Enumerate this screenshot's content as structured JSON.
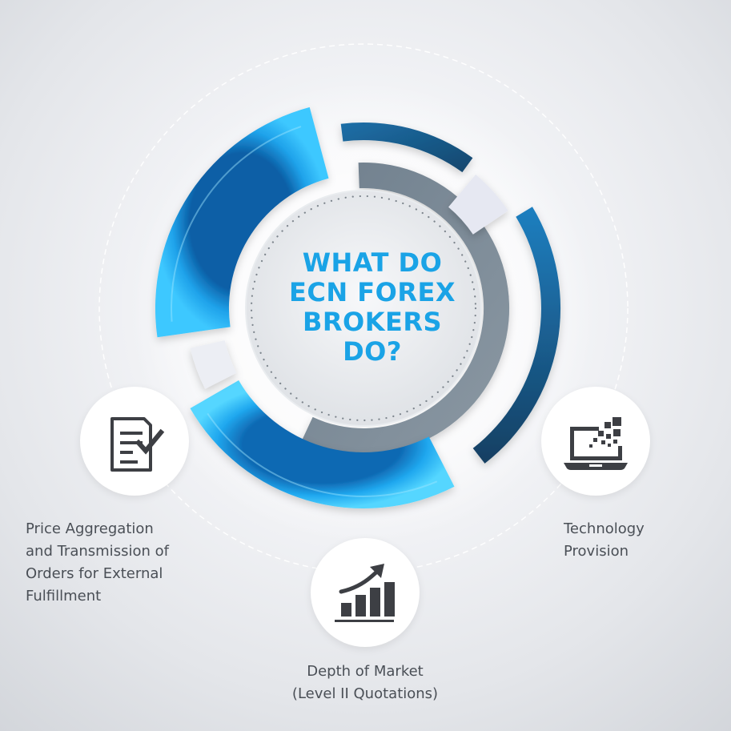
{
  "center": {
    "title_lines": [
      "WHAT DO",
      "ECN FOREX",
      "BROKERS",
      "DO?"
    ]
  },
  "items": [
    {
      "icon": "document-check-icon",
      "label_lines": [
        "Price Aggregation",
        "and Transmission of",
        "Orders for External",
        "Fulfillment"
      ]
    },
    {
      "icon": "growth-chart-icon",
      "label_lines": [
        "Depth of Market",
        "(Level II Quotations)"
      ]
    },
    {
      "icon": "laptop-pixels-icon",
      "label_lines": [
        "Technology",
        "Provision"
      ]
    }
  ],
  "colors": {
    "accent_blue": "#1aa3e6",
    "ring_blue": "#1f8fd6",
    "ring_dark": "#1b4f78",
    "text": "#4a4f56",
    "icon": "#3d3f44"
  }
}
